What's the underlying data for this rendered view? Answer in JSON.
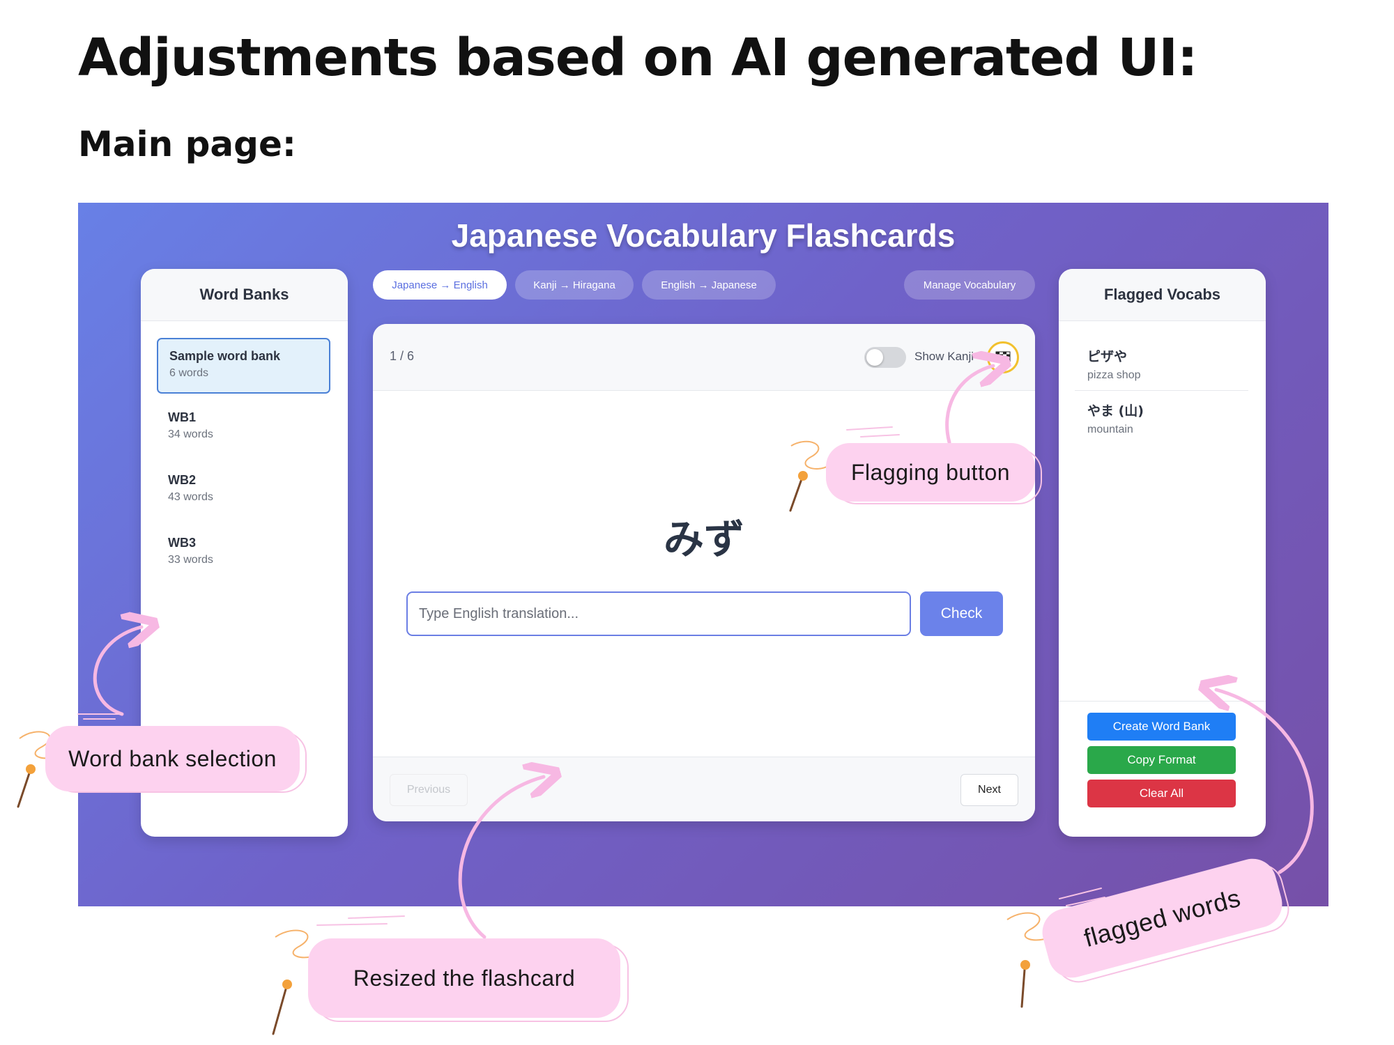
{
  "heading": "Adjustments based on AI generated UI:",
  "subheading": "Main page:",
  "app": {
    "title": "Japanese Vocabulary Flashcards",
    "word_banks": {
      "title": "Word Banks",
      "items": [
        {
          "name": "Sample word bank",
          "count": "6 words",
          "selected": true
        },
        {
          "name": "WB1",
          "count": "34 words"
        },
        {
          "name": "WB2",
          "count": "43 words"
        },
        {
          "name": "WB3",
          "count": "33 words"
        }
      ]
    },
    "tabs": [
      {
        "label": "Japanese → English",
        "active": true
      },
      {
        "label": "Kanji → Hiragana"
      },
      {
        "label": "English → Japanese"
      },
      {
        "label": "Manage Vocabulary"
      }
    ],
    "card": {
      "counter": "1 / 6",
      "show_kanji_label": "Show Kanji",
      "show_kanji_on": false,
      "flag_icon": "checkered-flag-icon",
      "word": "みず",
      "answer_placeholder": "Type English translation...",
      "check_label": "Check",
      "prev_label": "Previous",
      "next_label": "Next"
    },
    "flagged": {
      "title": "Flagged Vocabs",
      "items": [
        {
          "word": "ピザや",
          "meaning": "pizza shop"
        },
        {
          "word": "やま (山)",
          "meaning": "mountain"
        }
      ],
      "buttons": {
        "create": "Create Word Bank",
        "copy": "Copy Format",
        "clear": "Clear All"
      }
    },
    "colors": {
      "gradient_start": "#6880e6",
      "gradient_end": "#7650a8",
      "check_button": "#6b82ea",
      "create_button": "#1f7ef5",
      "copy_button": "#2aa84a",
      "clear_button": "#dc3545",
      "flag_ring": "#f2c12e"
    }
  },
  "annotations": {
    "flagging": "Flagging button",
    "word_bank": "Word bank selection",
    "resized": "Resized the flashcard",
    "flagged_words": "flagged words",
    "note_color": "#fdd2ef",
    "arrow_color": "#f7b8e3"
  }
}
